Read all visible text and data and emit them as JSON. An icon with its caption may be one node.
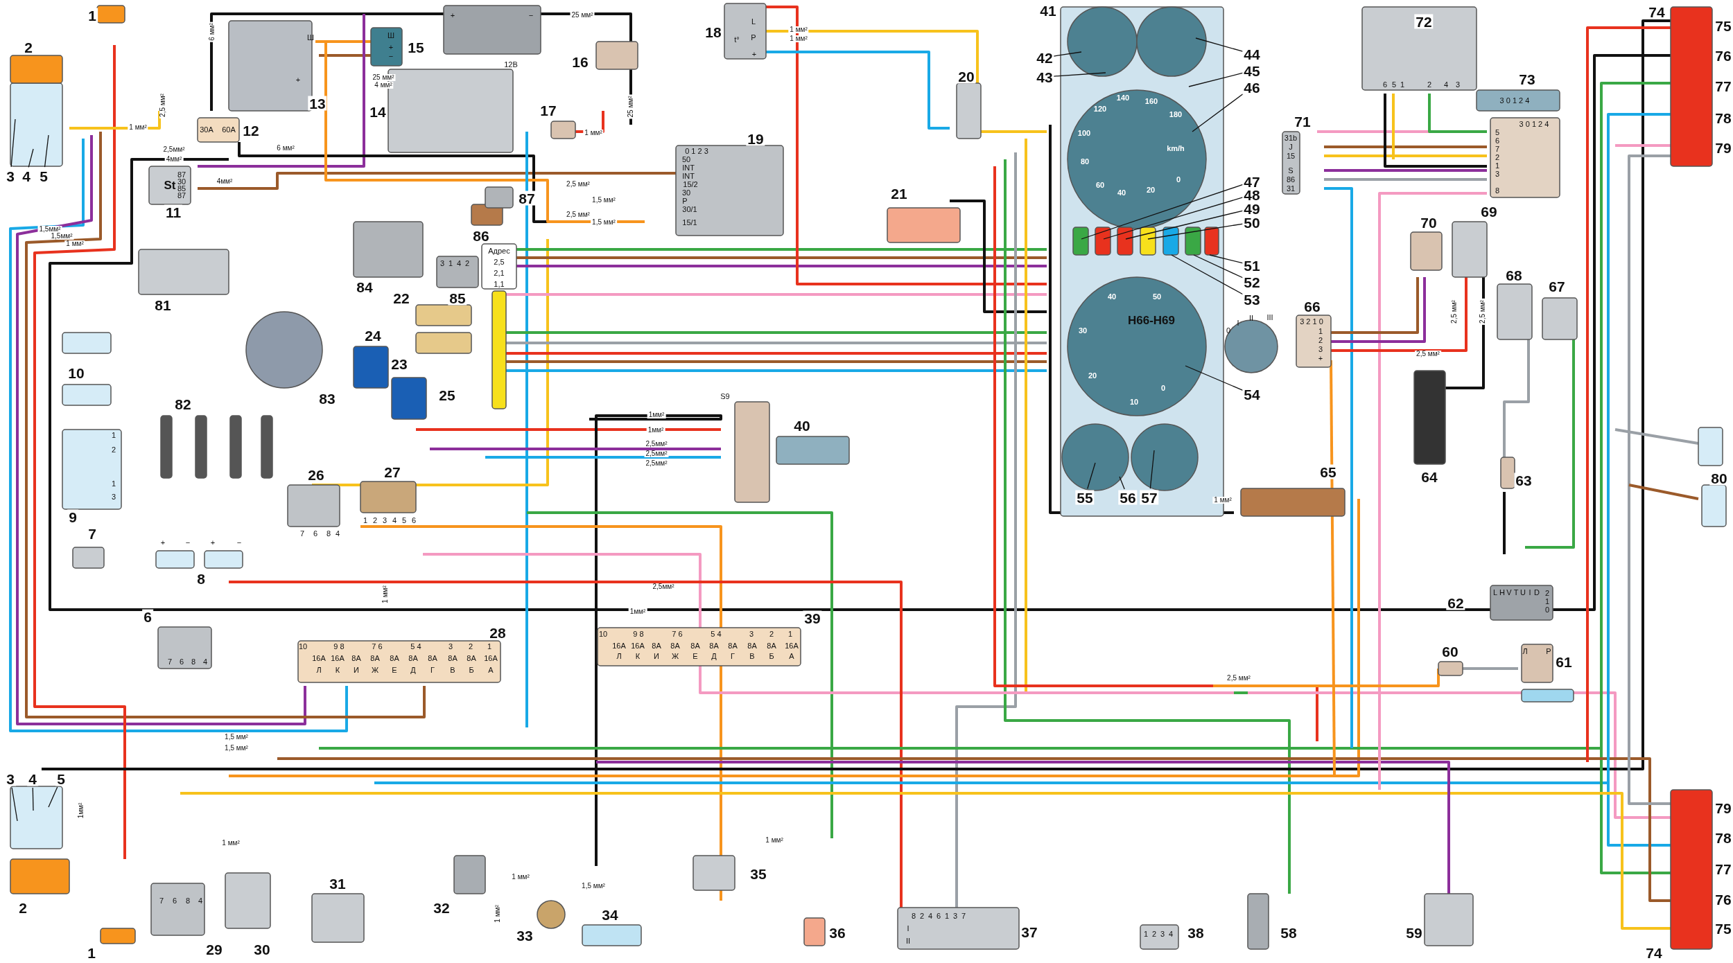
{
  "diagram": {
    "nodes": [
      {
        "text": [
          "3"
        ]
      },
      {
        "text": [
          "4"
        ]
      },
      {
        "text": [
          "5"
        ]
      },
      {
        "text": [
          "42"
        ]
      },
      {
        "text": [
          "43"
        ]
      },
      {
        "text": [
          "44"
        ]
      },
      {
        "text": [
          "45"
        ]
      },
      {
        "text": [
          "46"
        ]
      },
      {
        "text": [
          "47"
        ]
      },
      {
        "text": [
          "48"
        ]
      },
      {
        "text": [
          "49"
        ]
      },
      {
        "text": [
          "50"
        ]
      },
      {
        "text": [
          "51"
        ]
      },
      {
        "text": [
          "52"
        ]
      },
      {
        "text": [
          "53"
        ]
      },
      {
        "text": [
          "54"
        ]
      },
      {
        "text": [
          "3"
        ]
      },
      {
        "text": [
          "4"
        ]
      },
      {
        "text": [
          "5"
        ]
      },
      {
        "text": [
          "55"
        ]
      },
      {
        "text": [
          "56"
        ]
      },
      {
        "text": [
          "57"
        ]
      }
    ],
    "edges": [
      {
        "from": 0,
        "to": null,
        "arrow": "none"
      },
      {
        "from": 1,
        "to": null,
        "arrow": "none"
      },
      {
        "from": 2,
        "to": null,
        "arrow": "none"
      },
      {
        "from": 3,
        "to": null,
        "arrow": "none"
      },
      {
        "from": 4,
        "to": null,
        "arrow": "none"
      },
      {
        "from": 5,
        "to": null,
        "arrow": "none"
      },
      {
        "from": 6,
        "to": null,
        "arrow": "none"
      },
      {
        "from": 7,
        "to": null,
        "arrow": "none"
      },
      {
        "from": 8,
        "to": null,
        "arrow": "none"
      },
      {
        "from": 9,
        "to": null,
        "arrow": "none"
      },
      {
        "from": 10,
        "to": null,
        "arrow": "none"
      },
      {
        "from": 11,
        "to": null,
        "arrow": "none"
      },
      {
        "from": 12,
        "to": null,
        "arrow": "none"
      },
      {
        "from": 13,
        "to": null,
        "arrow": "none"
      },
      {
        "from": 14,
        "to": null,
        "arrow": "none"
      },
      {
        "from": 15,
        "to": null,
        "arrow": "none"
      },
      {
        "from": 16,
        "to": null,
        "arrow": "none"
      },
      {
        "from": 17,
        "to": null,
        "arrow": "none"
      },
      {
        "from": 18,
        "to": null,
        "arrow": "none"
      },
      {
        "from": 19,
        "to": null,
        "arrow": "none"
      },
      {
        "from": 20,
        "to": null,
        "arrow": "none"
      },
      {
        "from": 21,
        "to": null,
        "arrow": "none"
      }
    ],
    "labels": [
      "1",
      "2",
      "6 мм²",
      "Ш",
      "+",
      "13",
      "+",
      "−",
      "12В",
      "25 мм²",
      "Ш",
      "+",
      "−",
      "15",
      "25 мм²",
      "4 мм²",
      "14",
      "16",
      "25 мм²",
      "1 мм²",
      "17",
      "2,5 мм²",
      "1 мм²",
      "30A",
      "60A",
      "12",
      "2,5мм²",
      "4мм²",
      "6 мм²",
      "St",
      "87",
      "30",
      "85",
      "87",
      "4мм²",
      "11",
      "18",
      "L",
      "t°",
      "P",
      "+",
      "1 мм²",
      "1 мм²",
      "20",
      "19",
      "0 1 2 3",
      "50",
      "INT",
      "INT",
      "15/2",
      "30",
      "P",
      "30/1",
      "15/1",
      "2,5 мм²",
      "1,5 мм²",
      "2,5 мм²",
      "1,5 мм²",
      "87",
      "86",
      "21",
      "41",
      "120",
      "140",
      "160",
      "180",
      "100",
      "km/h",
      "80",
      "0",
      "60",
      "40",
      "20",
      "1,5мм²",
      "1,5мм²",
      "1 мм²",
      "3",
      "1",
      "4",
      "2",
      "Адрес",
      "2,5",
      "2,1",
      "1,1",
      "81",
      "84",
      "85",
      "40",
      "50",
      "22",
      "H66-H69",
      "30",
      "24",
      "23",
      "83",
      "10",
      "20",
      "0",
      "25",
      "10",
      "82",
      "S9",
      "1мм²",
      "1мм²",
      "2,5мм²",
      "2,5мм²",
      "2,5мм²",
      "40",
      "1",
      "2",
      "1",
      "3",
      "26",
      "27",
      "9",
      "7",
      "6",
      "8",
      "4",
      "1",
      "2",
      "3",
      "4",
      "5",
      "6",
      "+",
      "−",
      "+",
      "−",
      "7",
      "8",
      "1 мм²",
      "72",
      "6",
      "5",
      "1",
      "2",
      "4",
      "3",
      "3 0 1 2 4",
      "73",
      "71",
      "31b",
      "J",
      "15",
      "S",
      "86",
      "31",
      "3 0 1 2 4",
      "5",
      "6",
      "7",
      "2",
      "1",
      "3",
      "8",
      "74",
      "75",
      "76",
      "77",
      "78",
      "79",
      "70",
      "69",
      "68",
      "67",
      "66",
      "3 2 1 0",
      "1",
      "2",
      "3",
      "+",
      "0",
      "I",
      "II",
      "III",
      "2,5 мм²",
      "2,5 мм²",
      "2,5 мм²",
      "65",
      "64",
      "63",
      "80",
      "1 мм²",
      "6",
      "7",
      "6",
      "8",
      "4",
      "28",
      "10",
      "9 8",
      "7 6",
      "5 4",
      "3",
      "2",
      "1",
      "16A",
      "16A",
      "8A",
      "8A",
      "8A",
      "8A",
      "8A",
      "8A",
      "8A",
      "16A",
      "Л",
      "К",
      "И",
      "Ж",
      "Е",
      "Д",
      "Г",
      "В",
      "Б",
      "А",
      "2,5мм²",
      "1мм²",
      "39",
      "10",
      "9 8",
      "7 6",
      "5 4",
      "3",
      "2",
      "1",
      "16A",
      "16A",
      "8A",
      "8A",
      "8A",
      "8A",
      "8A",
      "8A",
      "8A",
      "16A",
      "Л",
      "К",
      "И",
      "Ж",
      "Е",
      "Д",
      "Г",
      "В",
      "Б",
      "А",
      "62",
      "L",
      "H",
      "V",
      "T",
      "U",
      "I",
      "D",
      "2",
      "1",
      "0",
      "1,5 мм²",
      "1,5 мм²",
      "60",
      "61",
      "Л",
      "P",
      "2,5 мм²",
      "1мм²",
      "1 мм²",
      "1 мм²",
      "1 мм²",
      "1,5 мм²",
      "31",
      "32",
      "35",
      "7",
      "6",
      "8",
      "4",
      "2",
      "1 мм²",
      "33",
      "34",
      "8",
      "2",
      "4",
      "6",
      "1",
      "3",
      "7",
      "I",
      "II",
      "1",
      "2",
      "3",
      "4",
      "36",
      "37",
      "38",
      "58",
      "59",
      "79",
      "78",
      "77",
      "76",
      "75",
      "1",
      "29",
      "30",
      "74"
    ]
  }
}
